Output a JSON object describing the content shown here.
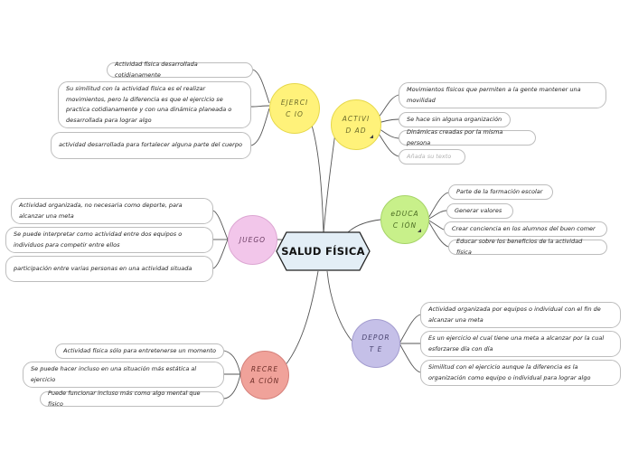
{
  "center": {
    "title": "SALUD FÍSICA"
  },
  "branches": {
    "ejercicio": {
      "label": "EJERCIC IO",
      "color": "#fff27a",
      "items": [
        "Actividad física desarrollada cotidianamente",
        "Su similitud con la actividad física es el realizar movimientos, pero la diferencia es que el ejercicio se practica cotidianamente y con una dinámica planeada o desarrollada para lograr algo",
        "actividad desarrollada para fortalecer alguna parte del cuerpo"
      ]
    },
    "actividad": {
      "label": "ACTIVID AD",
      "color": "#fff27a",
      "items": [
        "Movimientos físicos que permiten a la gente mantener una movilidad",
        "Se hace sin alguna organización",
        "Dinámicas creadas por la misma persona",
        "Añada su texto"
      ]
    },
    "juego": {
      "label": "JUEGO",
      "color": "#f2c6ea",
      "items": [
        "Actividad organizada, no necesaria como deporte, para alcanzar una meta",
        "Se puede interpretar como actividad entre dos equipos o individuos para competir entre ellos",
        "participación entre varias personas en una actividad situada"
      ]
    },
    "educacion": {
      "label": "eDUCAC IÓN",
      "color": "#c8f08a",
      "items": [
        "Parte de la formación escolar",
        "Generar valores",
        "Crear conciencia en los alumnos del buen comer",
        "Educar sobre los beneficios de la actividad física"
      ]
    },
    "deporte": {
      "label": "DEPORT E",
      "color": "#c5c0e8",
      "items": [
        "Actividad organizada por equipos o individual con el fin de alcanzar una meta",
        "Es un ejercicio el cual tiene una meta a alcanzar por la cual esforzarse día con día",
        "Similitud con el ejercicio aunque la diferencia es la organización como equipo o individual para lograr algo"
      ]
    },
    "recreacion": {
      "label": "RECREA CIÓN",
      "color": "#f0a29a",
      "items": [
        "Actividad física sólo para entretenerse un momento",
        "Se puede hacer incluso en una situación más estática al ejercicio",
        "Puede funcionar incluso más como algo mental que físico"
      ]
    }
  }
}
